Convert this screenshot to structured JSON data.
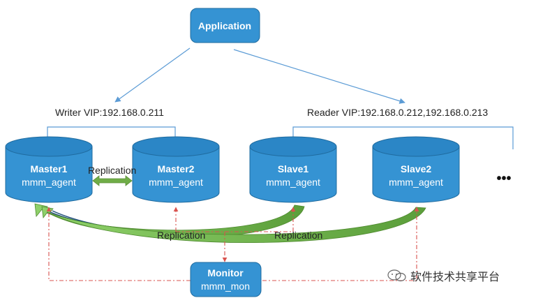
{
  "application": {
    "label": "Application"
  },
  "writer_vip": {
    "label": "Writer VIP:192.168.0.211"
  },
  "reader_vip": {
    "label": "Reader VIP:192.168.0.212,192.168.0.213"
  },
  "nodes": {
    "master1": {
      "name": "Master1",
      "agent": "mmm_agent"
    },
    "master2": {
      "name": "Master2",
      "agent": "mmm_agent"
    },
    "slave1": {
      "name": "Slave1",
      "agent": "mmm_agent"
    },
    "slave2": {
      "name": "Slave2",
      "agent": "mmm_agent"
    },
    "more": {
      "label": "•••"
    }
  },
  "replication_labels": {
    "master_master": "Replication",
    "to_slave1": "Replication",
    "to_slave2": "Replication"
  },
  "monitor": {
    "name": "Monitor",
    "service": "mmm_mon"
  },
  "watermark": {
    "text": "软件技术共享平台"
  },
  "colors": {
    "node_fill": "#3593d3",
    "node_top": "#2b86c6",
    "node_stroke": "#1f6b9f",
    "line": "#5b9bd5",
    "green": "#70ad47",
    "red_dash": "#d9534f"
  }
}
